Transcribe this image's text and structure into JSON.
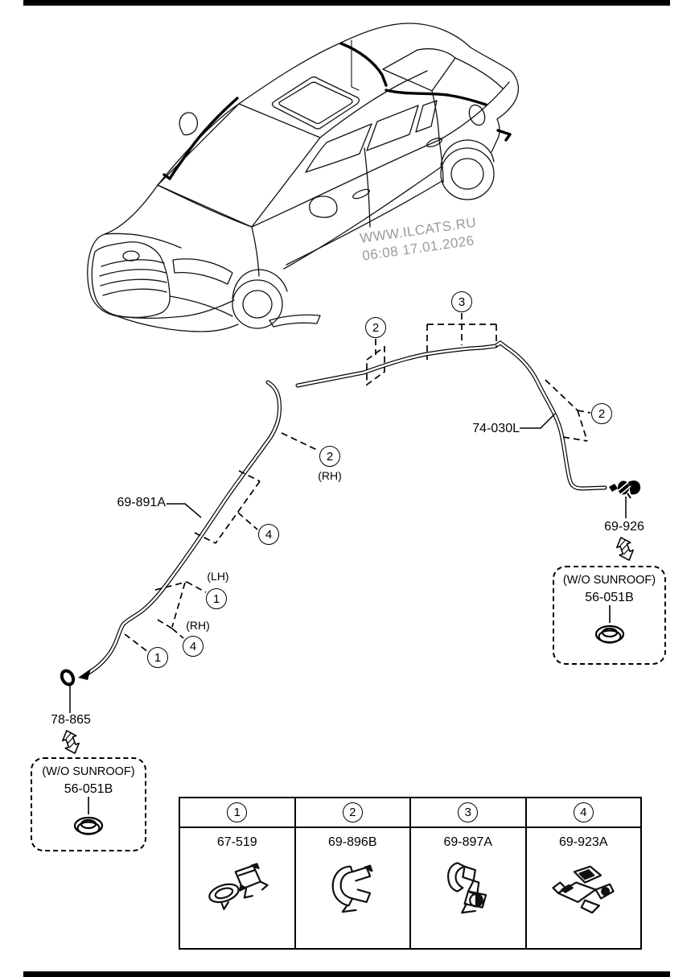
{
  "watermark": {
    "line1": "WWW.ILCATS.RU",
    "line2": "06:08 17.01.2026"
  },
  "diagram": {
    "hose_left": {
      "part": "69-891A"
    },
    "hose_right": {
      "part": "74-030L"
    },
    "nozzle": {
      "part": "69-926"
    },
    "grommet_left": {
      "part": "78-865"
    },
    "side_labels": {
      "lh": "(LH)",
      "rh_upper": "(RH)",
      "rh_lower": "(RH)"
    },
    "callouts": {
      "top_left2": "2",
      "top3": "3",
      "right2": "2",
      "mid_rh2": "2",
      "upper4": "4",
      "lh1": "1",
      "rh4": "4",
      "lower1": "1"
    },
    "wo_sunroof_left": {
      "title": "(W/O SUNROOF)",
      "part": "56-051B"
    },
    "wo_sunroof_right": {
      "title": "(W/O SUNROOF)",
      "part": "56-051B"
    }
  },
  "parts_table": {
    "columns": [
      {
        "num": "1",
        "part": "67-519"
      },
      {
        "num": "2",
        "part": "69-896B"
      },
      {
        "num": "3",
        "part": "69-897A"
      },
      {
        "num": "4",
        "part": "69-923A"
      }
    ]
  }
}
